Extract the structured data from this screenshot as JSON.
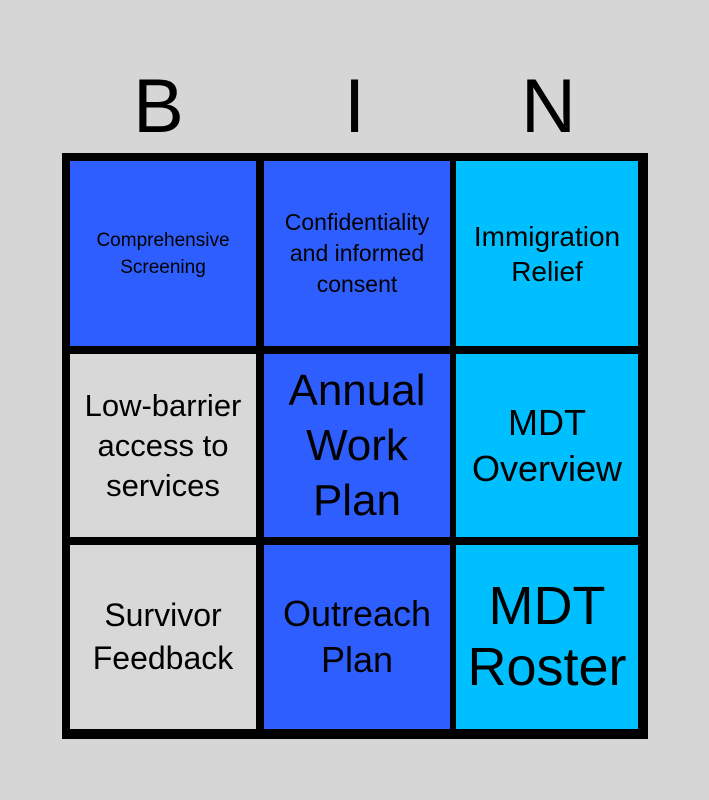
{
  "header": [
    "B",
    "I",
    "N"
  ],
  "colors": {
    "background": "#d6d6d6",
    "royal_blue": "#2f5eff",
    "sky_blue": "#00bfff",
    "light_gray": "#d8d8d8",
    "border": "#000000"
  },
  "cells": [
    [
      {
        "text": "Comprehensive Screening",
        "color": "royal_blue"
      },
      {
        "text": "Confidentiality and informed consent",
        "color": "royal_blue"
      },
      {
        "text": "Immigration Relief",
        "color": "sky_blue"
      }
    ],
    [
      {
        "text": "Low-barrier access to services",
        "color": "light_gray"
      },
      {
        "text": "Annual Work Plan",
        "color": "royal_blue"
      },
      {
        "text": "MDT Overview",
        "color": "sky_blue"
      }
    ],
    [
      {
        "text": "Survivor Feedback",
        "color": "light_gray"
      },
      {
        "text": "Outreach Plan",
        "color": "royal_blue"
      },
      {
        "text": "MDT Roster",
        "color": "sky_blue"
      }
    ]
  ]
}
